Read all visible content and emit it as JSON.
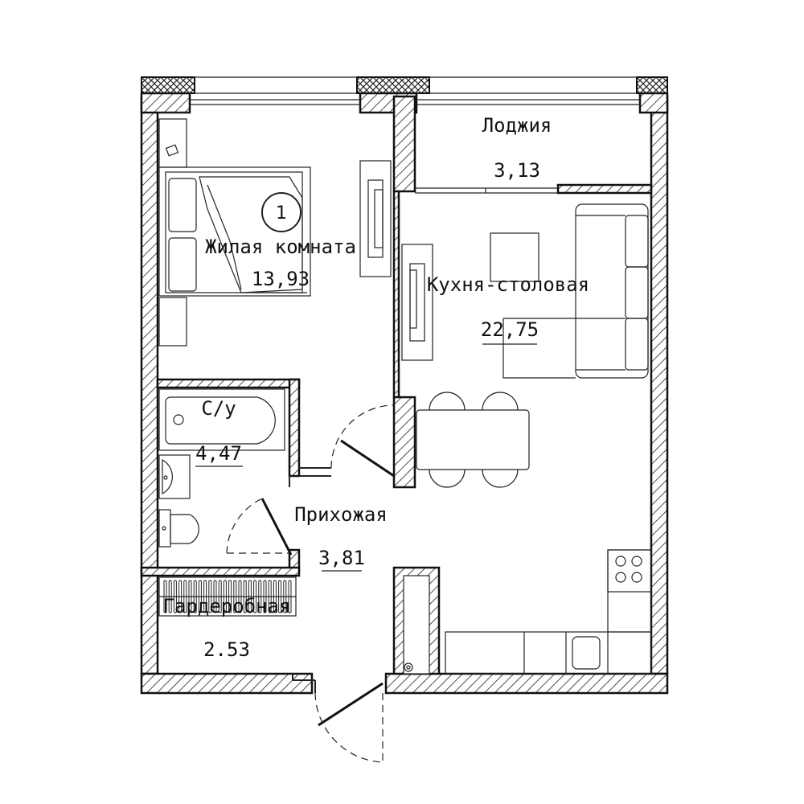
{
  "plan": {
    "rooms": [
      {
        "key": "living",
        "label": "Жилая комната",
        "area": "13,93"
      },
      {
        "key": "loggia",
        "label": "Лоджия",
        "area": "3,13"
      },
      {
        "key": "kitchen",
        "label": "Кухня-столовая",
        "area": "22,75"
      },
      {
        "key": "bath",
        "label": "С/у",
        "area": "4,47"
      },
      {
        "key": "hall",
        "label": "Прихожая",
        "area": "3,81"
      },
      {
        "key": "wardrobe",
        "label": "Гардеробная",
        "area": "2.53"
      }
    ],
    "room_marker": "1"
  }
}
